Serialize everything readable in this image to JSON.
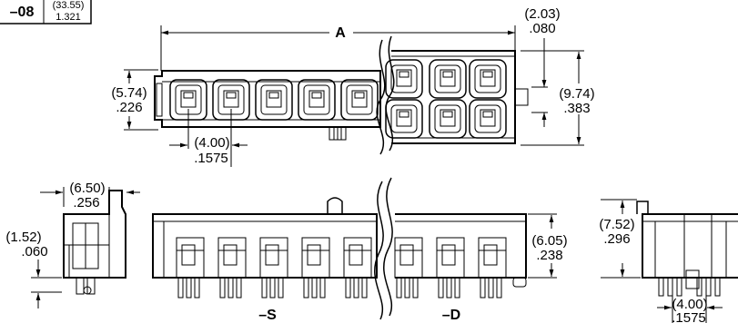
{
  "table": {
    "code": "–08",
    "val_mm": "(33.55)",
    "val_in": "1.321"
  },
  "dims": {
    "a": "A",
    "w_mm": "(2.03)",
    "w_in": ".080",
    "h1_mm": "(5.74)",
    "h1_in": ".226",
    "h2_mm": "(9.74)",
    "h2_in": ".383",
    "p1_mm": "(4.00)",
    "p1_in": ".1575",
    "s1_mm": "(6.50)",
    "s1_in": ".256",
    "s2_mm": "(1.52)",
    "s2_in": ".060",
    "f1_mm": "(6.05)",
    "f1_in": ".238",
    "r1_mm": "(7.52)",
    "r1_in": ".296",
    "p2_mm": "(4.00)",
    "p2_in": ".1575"
  },
  "views": {
    "single": "–S",
    "dual": "–D"
  }
}
